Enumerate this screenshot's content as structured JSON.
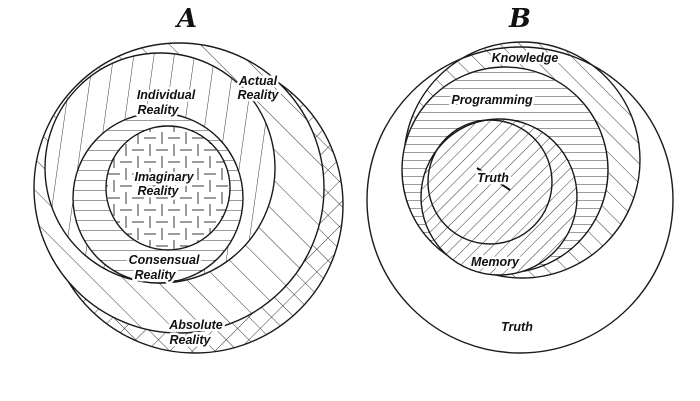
{
  "panel_a": {
    "letter": "A",
    "labels": {
      "actual_1": "Actual",
      "actual_2": "Reality",
      "individual_1": "Individual",
      "individual_2": "Reality",
      "imaginary_1": "Imaginary",
      "imaginary_2": "Reality",
      "consensual_1": "Consensual",
      "consensual_2": "Reality",
      "absolute_1": "Absolute",
      "absolute_2": "Reality"
    }
  },
  "panel_b": {
    "letter": "B",
    "labels": {
      "knowledge": "Knowledge",
      "programming": "Programming",
      "truth_inner": "Truth",
      "memory": "Memory",
      "truth_outer": "Truth"
    }
  }
}
